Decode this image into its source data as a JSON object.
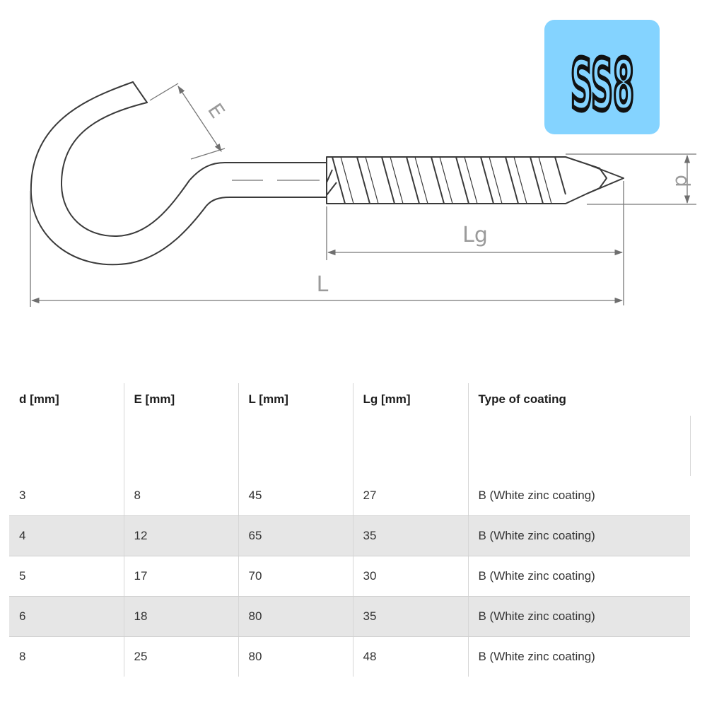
{
  "drawing": {
    "labels": {
      "e": "E",
      "d": "d",
      "lg": "Lg",
      "l": "L"
    },
    "line_color": "#3a3a3a",
    "dim_color": "#777777"
  },
  "badge": {
    "text": "SS8",
    "background": "#84d3ff",
    "text_color": "#111111"
  },
  "table": {
    "headers": [
      "d [mm]",
      "E [mm]",
      "L [mm]",
      "Lg [mm]",
      "Type of coating"
    ],
    "rows": [
      [
        "3",
        "8",
        "45",
        "27",
        "B (White zinc coating)"
      ],
      [
        "4",
        "12",
        "65",
        "35",
        "B (White zinc coating)"
      ],
      [
        "5",
        "17",
        "70",
        "30",
        "B (White zinc coating)"
      ],
      [
        "6",
        "18",
        "80",
        "35",
        "B (White zinc coating)"
      ],
      [
        "8",
        "25",
        "80",
        "48",
        "B (White zinc coating)"
      ]
    ],
    "stripe_color": "#e6e6e6"
  }
}
